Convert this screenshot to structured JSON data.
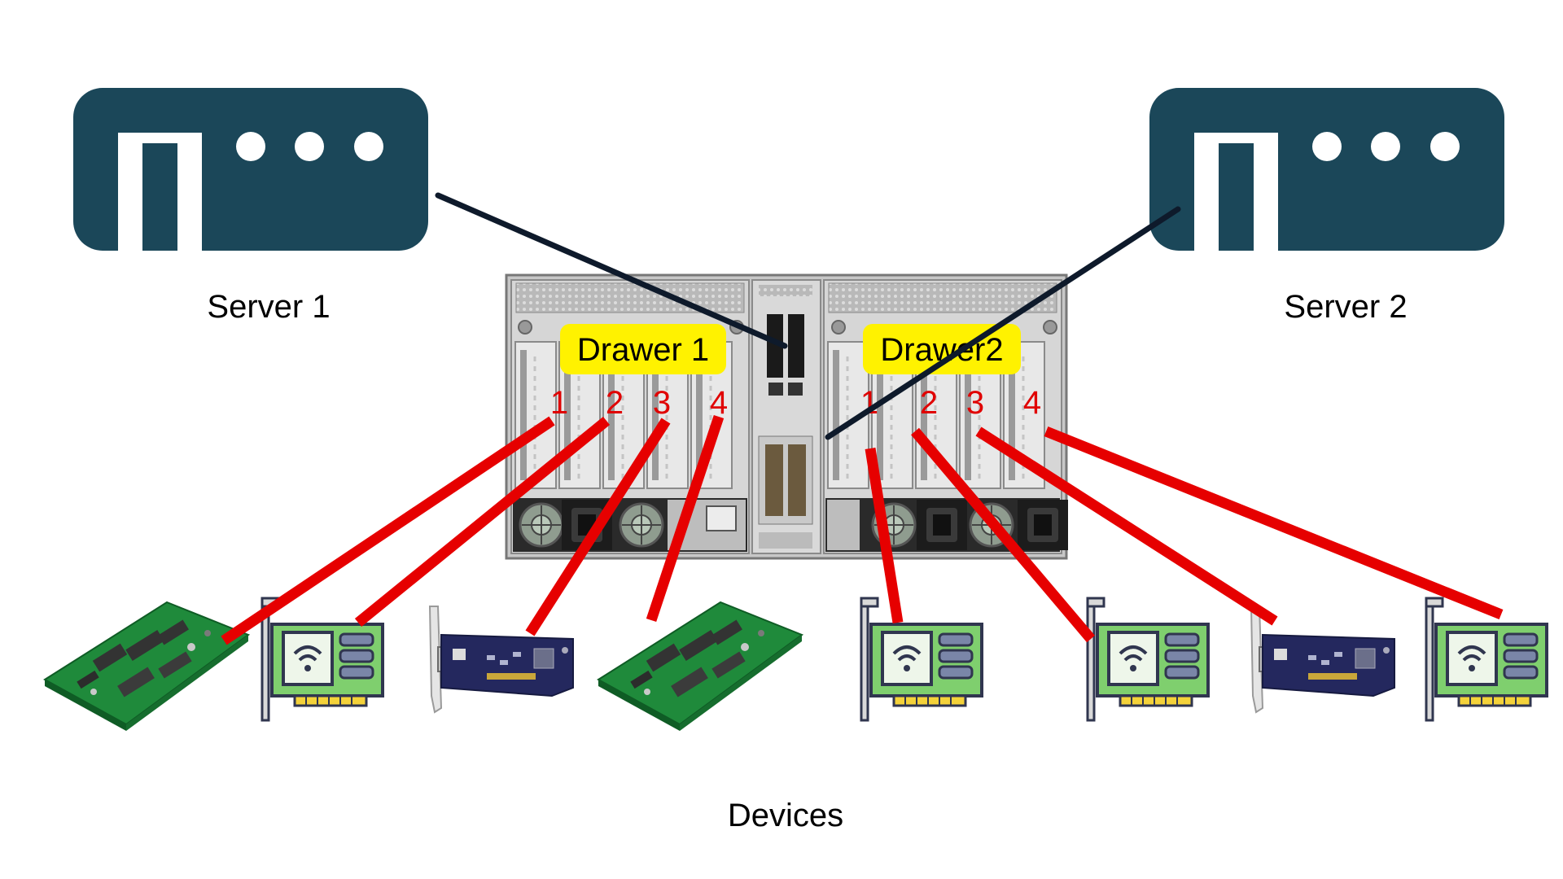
{
  "servers": [
    {
      "label": "Server 1"
    },
    {
      "label": "Server 2"
    }
  ],
  "drawers": [
    {
      "label": "Drawer 1",
      "slots": [
        "1",
        "2",
        "3",
        "4"
      ]
    },
    {
      "label": "Drawer2",
      "slots": [
        "1",
        "2",
        "3",
        "4"
      ]
    }
  ],
  "devices_label": "Devices",
  "colors": {
    "server": "#1b4759",
    "drawer_label_bg": "#fff200",
    "slot_number": "#e00000",
    "device_link": "#e60000",
    "server_link": "#0e1a2b",
    "pcb_green": "#1f8a3b",
    "nic_green": "#7fcf6e",
    "nic_blue": "#24285e"
  },
  "devices": [
    {
      "type": "pcb-board"
    },
    {
      "type": "wifi-nic"
    },
    {
      "type": "blue-nic"
    },
    {
      "type": "pcb-board"
    },
    {
      "type": "wifi-nic"
    },
    {
      "type": "wifi-nic"
    },
    {
      "type": "blue-nic"
    },
    {
      "type": "wifi-nic"
    }
  ]
}
